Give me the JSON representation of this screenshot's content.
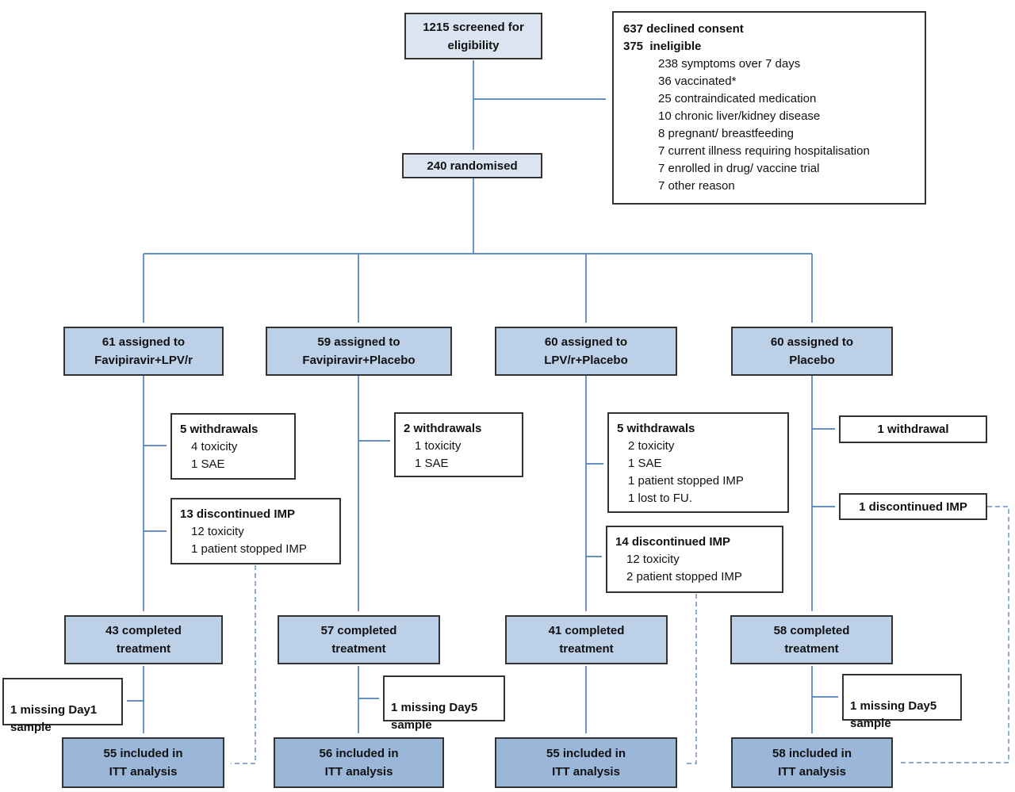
{
  "colors": {
    "accent": "#4f81bd",
    "dashed": "#7f9fc7",
    "fill-light": "#dbe5f1",
    "fill-mid": "#bcd0e8",
    "fill-dark": "#9ab7d9",
    "border-dark": "#333333"
  },
  "screened": {
    "label": "1215 screened for\neligibility"
  },
  "randomised": {
    "label": "240 randomised"
  },
  "exclusions": {
    "declined": "637 declined consent",
    "ineligible": "375  ineligible",
    "items": [
      "238 symptoms over 7 days",
      "36 vaccinated*",
      "25 contraindicated medication",
      "10 chronic liver/kidney disease",
      "8 pregnant/ breastfeeding",
      "7 current illness requiring hospitalisation",
      "7 enrolled in drug/ vaccine trial",
      "7 other reason"
    ]
  },
  "arms": [
    {
      "assigned": "61 assigned to\nFavipiravir+LPV/r",
      "withdrawals": {
        "title": "5 withdrawals",
        "items": [
          "4 toxicity",
          "1 SAE"
        ]
      },
      "discontinued": {
        "title": "13 discontinued IMP",
        "items": [
          "12 toxicity",
          "1 patient stopped IMP"
        ]
      },
      "completed": "43 completed\ntreatment",
      "missing": "1 missing Day1\nsample",
      "itt": "55 included in\nITT analysis"
    },
    {
      "assigned": "59 assigned to\nFavipiravir+Placebo",
      "withdrawals": {
        "title": "2 withdrawals",
        "items": [
          "1 toxicity",
          "1 SAE"
        ]
      },
      "completed": "57 completed\ntreatment",
      "missing": "1 missing Day5\nsample",
      "itt": "56 included in\nITT analysis"
    },
    {
      "assigned": "60 assigned to\nLPV/r+Placebo",
      "withdrawals": {
        "title": "5 withdrawals",
        "items": [
          "2 toxicity",
          "1 SAE",
          "1 patient stopped IMP",
          "1 lost to FU."
        ]
      },
      "discontinued": {
        "title": "14 discontinued IMP",
        "items": [
          "12 toxicity",
          "2 patient stopped IMP"
        ]
      },
      "completed": "41 completed\ntreatment",
      "itt": "55 included in\nITT analysis"
    },
    {
      "assigned": "60 assigned to\nPlacebo",
      "withdrawals": {
        "title": "1 withdrawal",
        "items": []
      },
      "discontinued": {
        "title": "1 discontinued IMP",
        "items": []
      },
      "completed": "58 completed\ntreatment",
      "missing": "1 missing Day5\nsample",
      "itt": "58 included in\nITT analysis"
    }
  ]
}
